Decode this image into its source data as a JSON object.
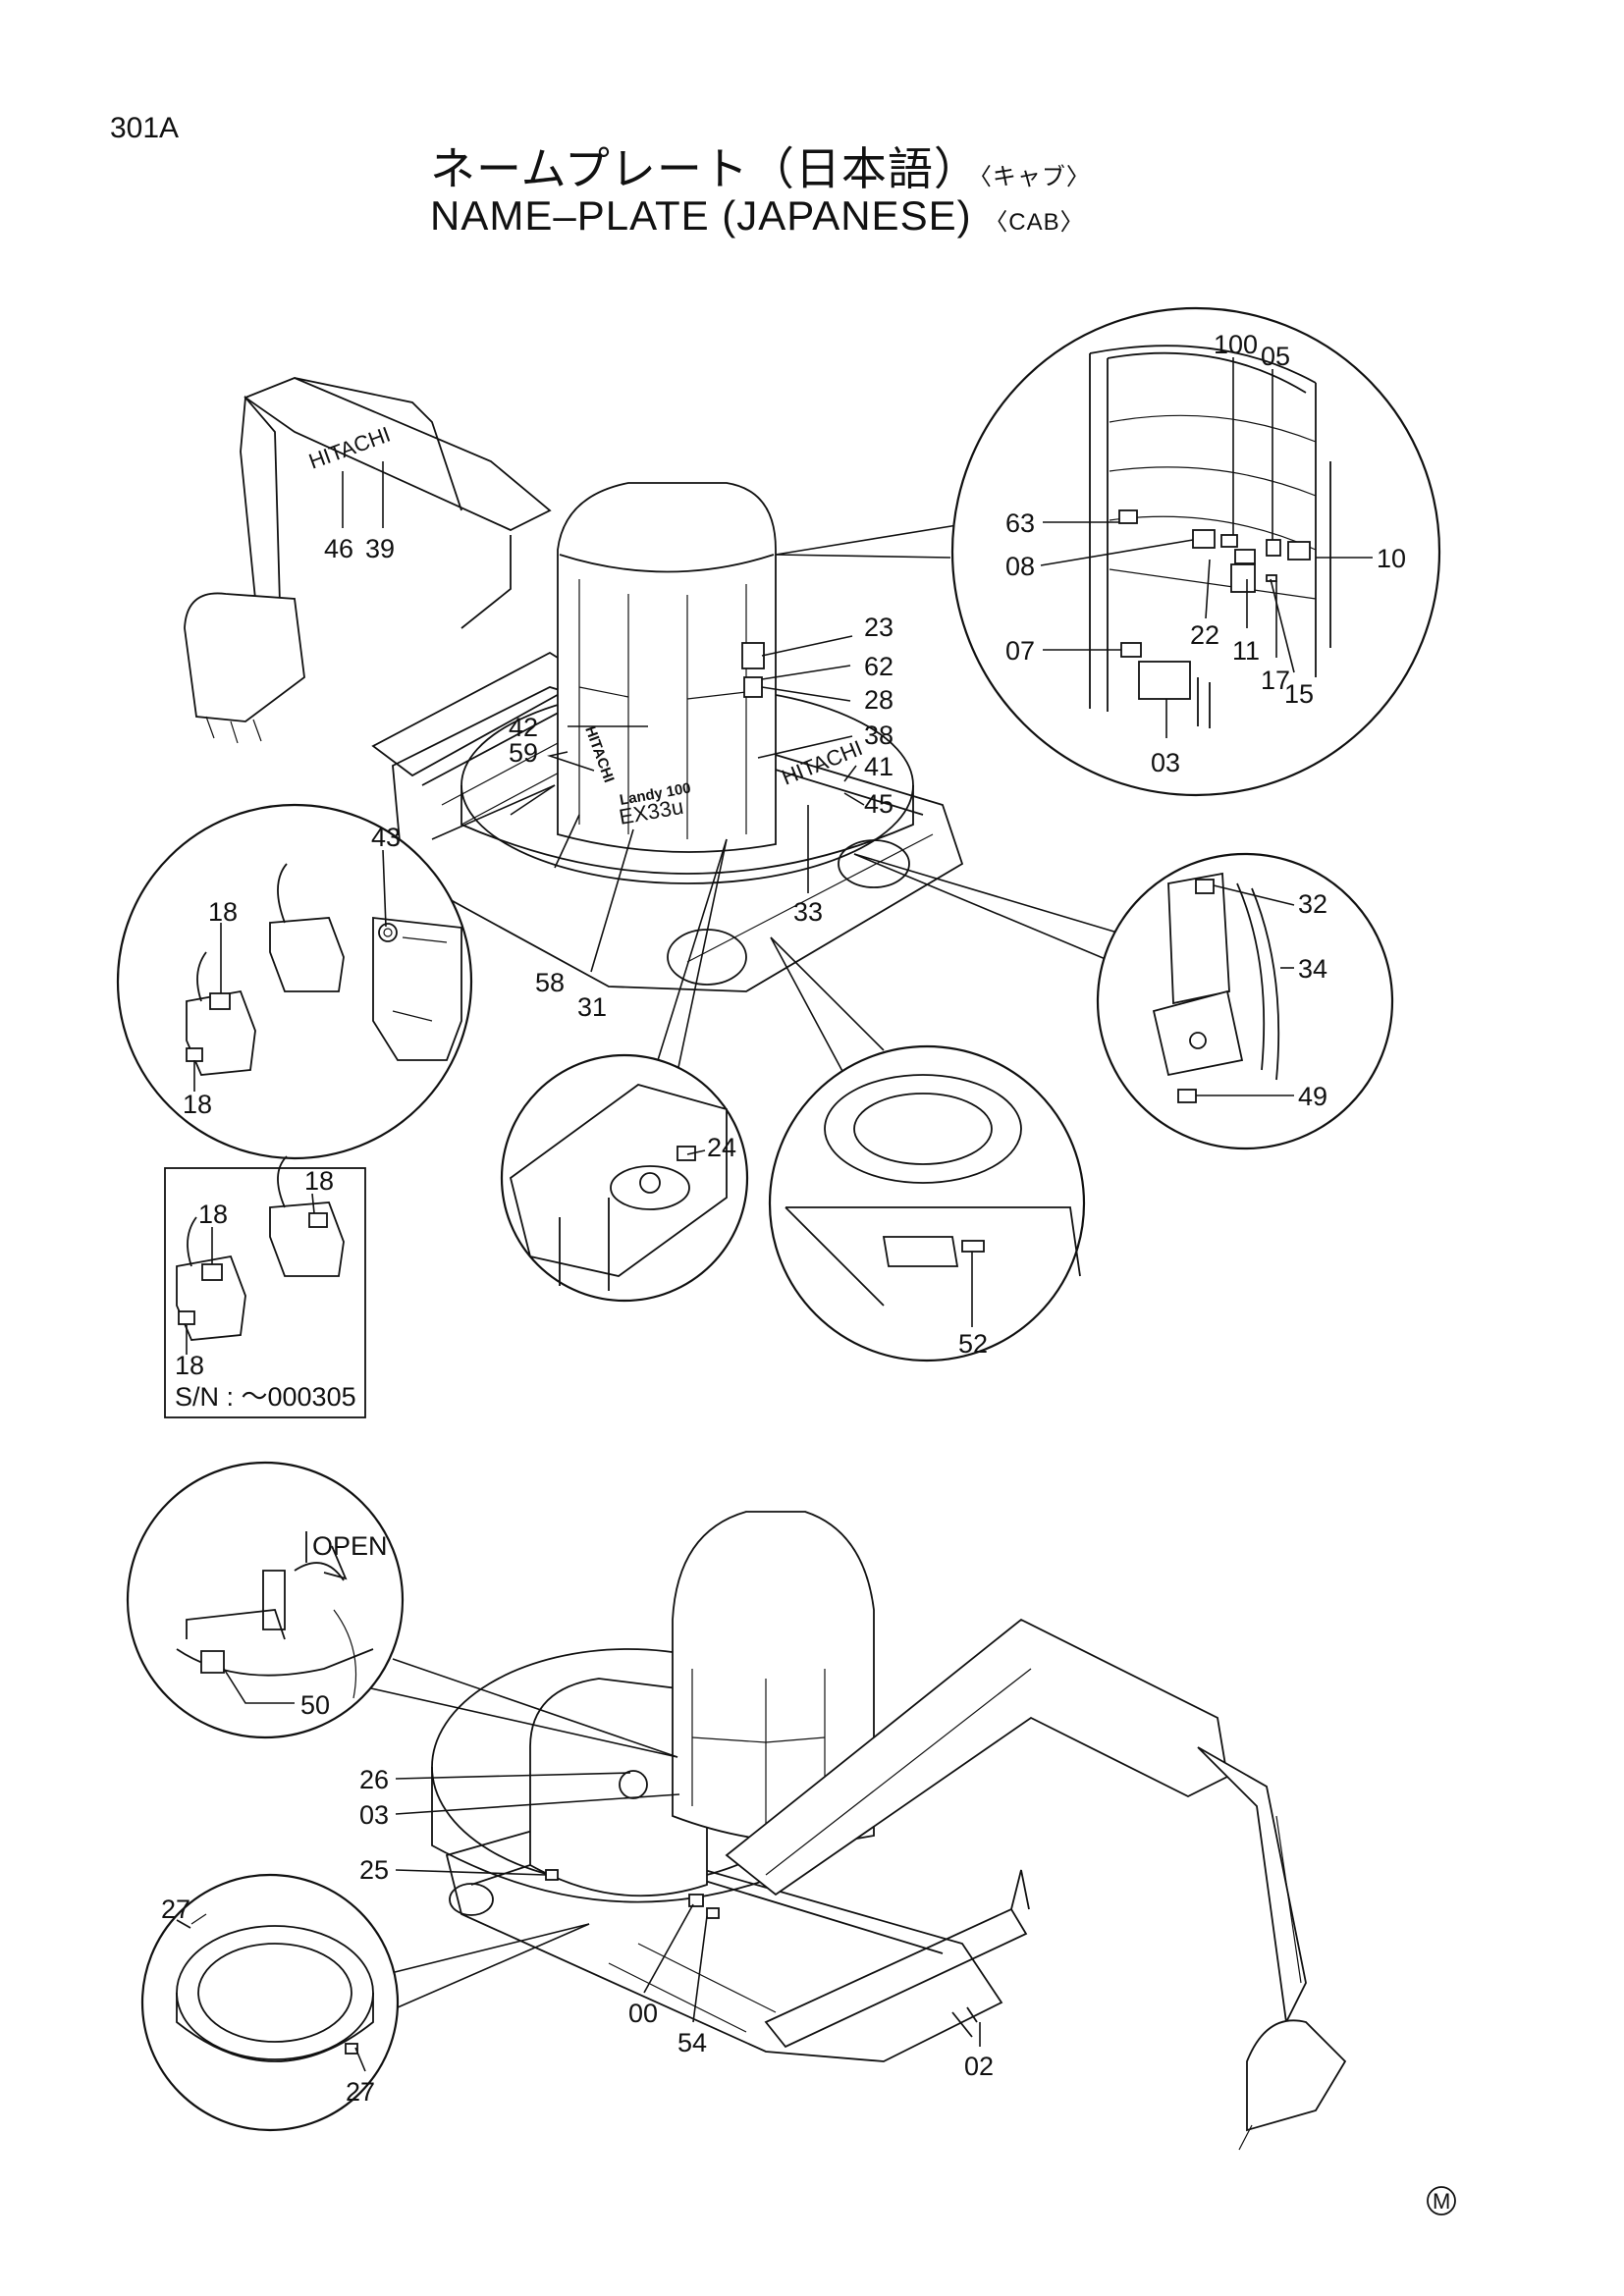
{
  "page_id": "301A",
  "title": {
    "ja": "ネームプレート（日本語）",
    "ja_suffix": "〈キャブ〉",
    "en": "NAME–PLATE (JAPANESE)",
    "en_suffix": "〈CAB〉"
  },
  "machine_markings": {
    "brand_boom": "HITACHI",
    "brand_cab": "HITACHI",
    "brand_turret": "HITACHI",
    "model": "EX33u",
    "model_sub": "Landy 100"
  },
  "callouts": {
    "c46": "46",
    "c39": "39",
    "c42": "42",
    "c59": "59",
    "c58": "58",
    "c31": "31",
    "c23": "23",
    "c62": "62",
    "c28": "28",
    "c38": "38",
    "c41": "41",
    "c45": "45",
    "c33": "33",
    "c100": "100",
    "c05": "05",
    "c63": "63",
    "c08": "08",
    "c10": "10",
    "c22": "22",
    "c11": "11",
    "c17": "17",
    "c15": "15",
    "c07": "07",
    "c03a": "03",
    "c43": "43",
    "c18a": "18",
    "c18b": "18",
    "c32": "32",
    "c34": "34",
    "c49": "49",
    "c24": "24",
    "c52": "52",
    "c18c": "18",
    "c18d": "18",
    "c18e": "18",
    "c50": "50",
    "c26": "26",
    "c03b": "03",
    "c25": "25",
    "c27a": "27",
    "c27b": "27",
    "c00": "00",
    "c54": "54",
    "c02": "02"
  },
  "serial_note": "S/N :  ～000305",
  "open_label": "OPEN",
  "mark": "M"
}
